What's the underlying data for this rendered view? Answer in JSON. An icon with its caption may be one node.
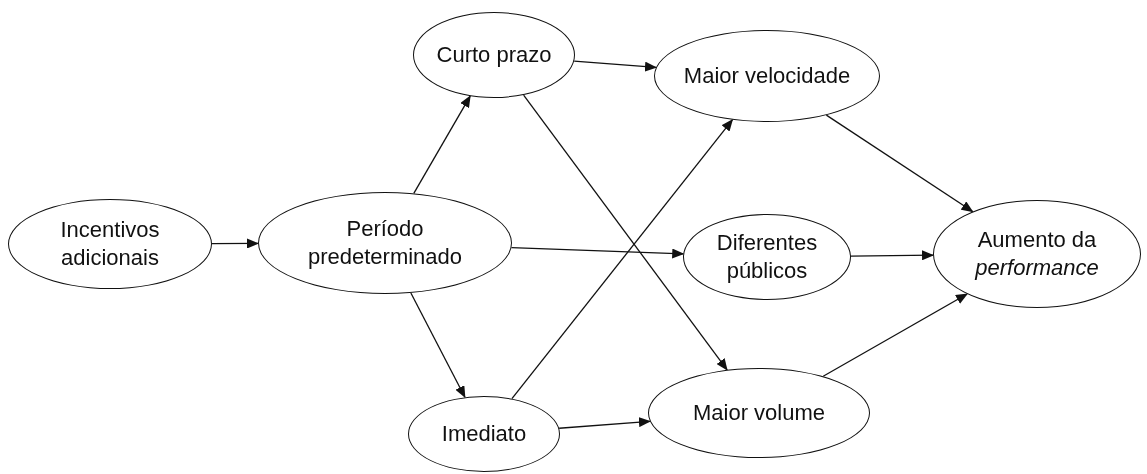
{
  "diagram": {
    "nodes": [
      {
        "text": [
          "Incentivos adicionais"
        ]
      },
      {
        "text": [
          "Período predeterminado"
        ]
      },
      {
        "text": [
          "Curto prazo"
        ]
      },
      {
        "text": [
          "Imediato"
        ]
      },
      {
        "text": [
          "Maior velocidade"
        ]
      },
      {
        "text": [
          "Diferentes públicos"
        ]
      },
      {
        "text": [
          "Maior volume"
        ]
      },
      {
        "text": [
          "Aumento da *performance*"
        ]
      }
    ],
    "edges": [
      {
        "from": 0,
        "to": 1,
        "arrow": "to"
      },
      {
        "from": 1,
        "to": 2,
        "arrow": "to"
      },
      {
        "from": 1,
        "to": 3,
        "arrow": "to"
      },
      {
        "from": 1,
        "to": 5,
        "arrow": "to"
      },
      {
        "from": 2,
        "to": 4,
        "arrow": "to"
      },
      {
        "from": 2,
        "to": 6,
        "arrow": "to"
      },
      {
        "from": 3,
        "to": 4,
        "arrow": "to"
      },
      {
        "from": 3,
        "to": 6,
        "arrow": "to"
      },
      {
        "from": 4,
        "to": 7,
        "arrow": "to"
      },
      {
        "from": 5,
        "to": 7,
        "arrow": "to"
      },
      {
        "from": 6,
        "to": 7,
        "arrow": "to"
      }
    ]
  }
}
